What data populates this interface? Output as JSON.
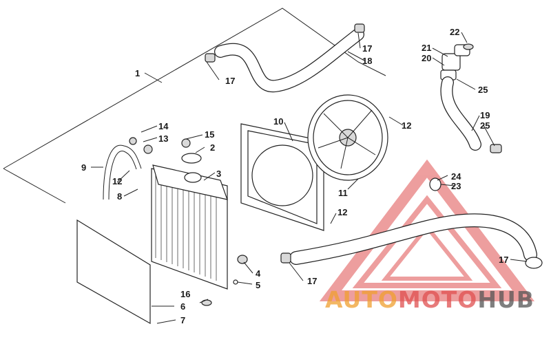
{
  "callouts": {
    "c1": "1",
    "c2": "2",
    "c3": "3",
    "c4": "4",
    "c5": "5",
    "c6": "6",
    "c7": "7",
    "c8": "8",
    "c9": "9",
    "c10": "10",
    "c11": "11",
    "c12a": "12",
    "c12b": "12",
    "c12c": "12",
    "c13": "13",
    "c14": "14",
    "c15": "15",
    "c16": "16",
    "c17a": "17",
    "c17b": "17",
    "c17c": "17",
    "c17d": "17",
    "c18": "18",
    "c19": "19",
    "c20": "20",
    "c21": "21",
    "c22": "22",
    "c23": "23",
    "c24": "24",
    "c25a": "25",
    "c25b": "25"
  },
  "watermark": {
    "part1": "AUTO",
    "part2": "MOTO",
    "part3": "HUB",
    "color_red": "#e05050",
    "color_orange": "#f0a030",
    "color_gray": "#555555"
  }
}
